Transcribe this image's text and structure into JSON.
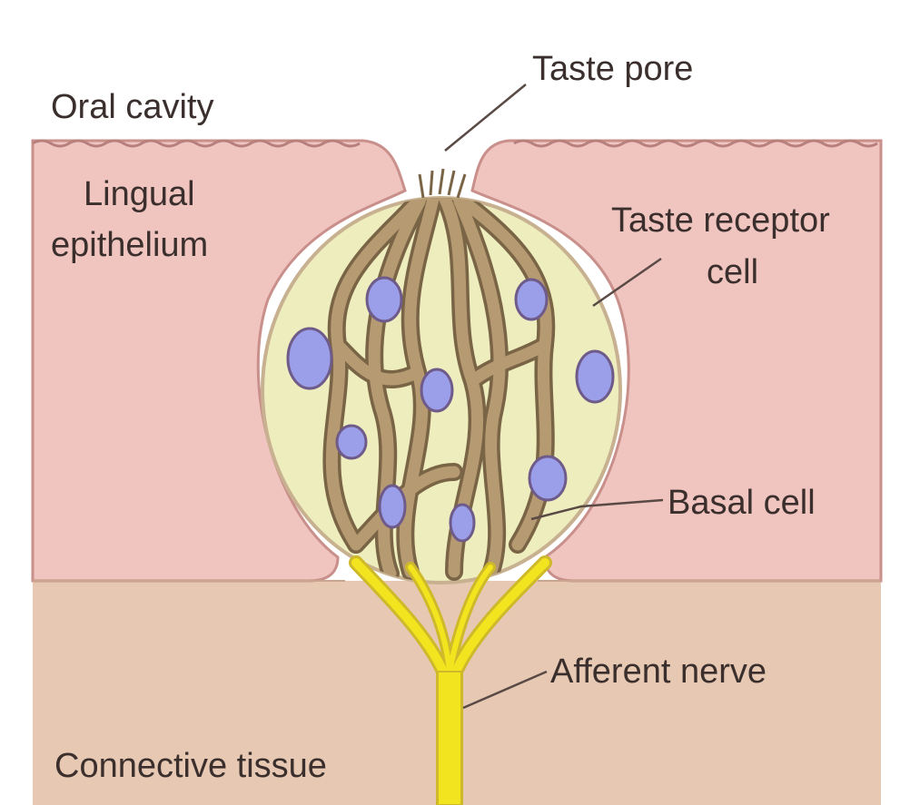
{
  "labels": {
    "oral_cavity": "Oral cavity",
    "taste_pore": "Taste pore",
    "lingual_line1": "Lingual",
    "lingual_line2": "epithelium",
    "receptor_line1": "Taste receptor",
    "receptor_line2": "cell",
    "basal_cell": "Basal cell",
    "afferent_nerve": "Afferent nerve",
    "connective_tissue": "Connective tissue"
  },
  "colors": {
    "background": "#ffffff",
    "epithelium": "#f0c4bf",
    "epithelium_edge": "#c98f8a",
    "connective_tissue": "#e6c8b3",
    "taste_bud_fill": "#eeedbe",
    "cell_body": "#b59a72",
    "cell_edge": "#7a6446",
    "nucleus_fill": "#9b9ee8",
    "nucleus_edge": "#6e5b8a",
    "nerve": "#f2e41e",
    "label_text": "#3a2f2c",
    "leader_line": "#5a4a45"
  }
}
